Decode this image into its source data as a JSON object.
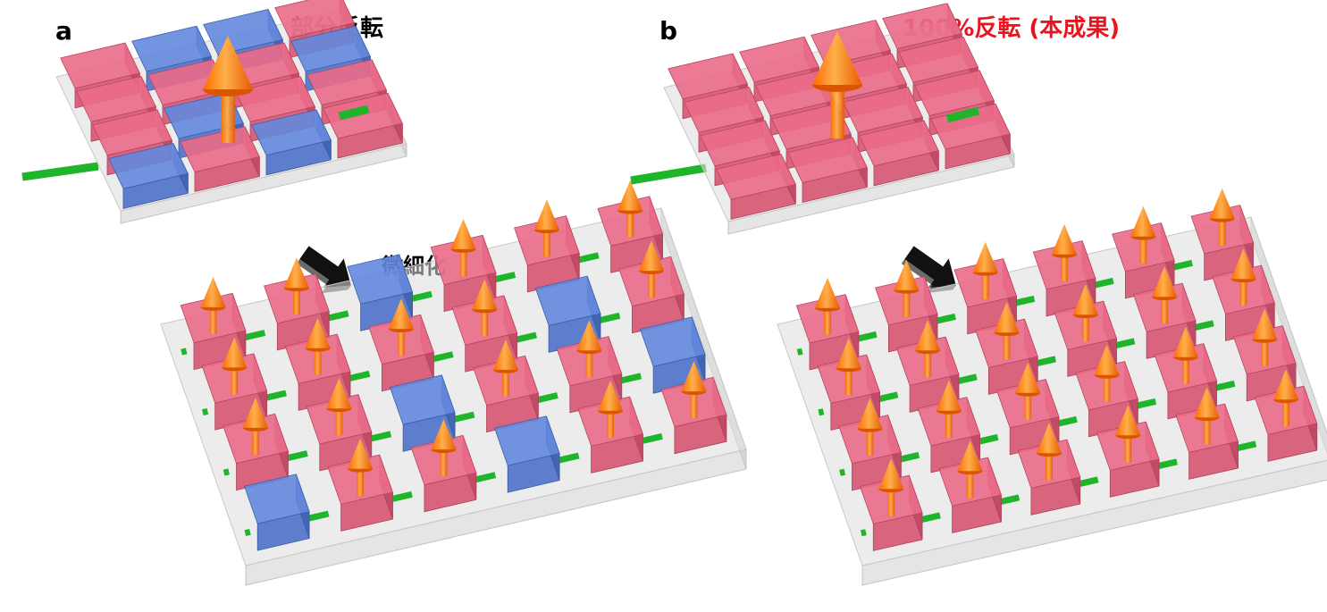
{
  "panel_a": {
    "letter": "a",
    "title": "部分反転",
    "arrow_label": "微細化",
    "title_color": "#000000"
  },
  "panel_b": {
    "letter": "b",
    "title": "100%反転 (本成果)",
    "title_color": "#e8141e"
  },
  "colors": {
    "pink": "#e85878",
    "blue": "#4f78d8",
    "substrate": "#dcdcdc",
    "wire": "#1fb52b",
    "spin": "#ff7a00",
    "flow_arrow": "#111111"
  },
  "icons": [
    "spin-arrow-icon",
    "flow-arrow-icon"
  ]
}
